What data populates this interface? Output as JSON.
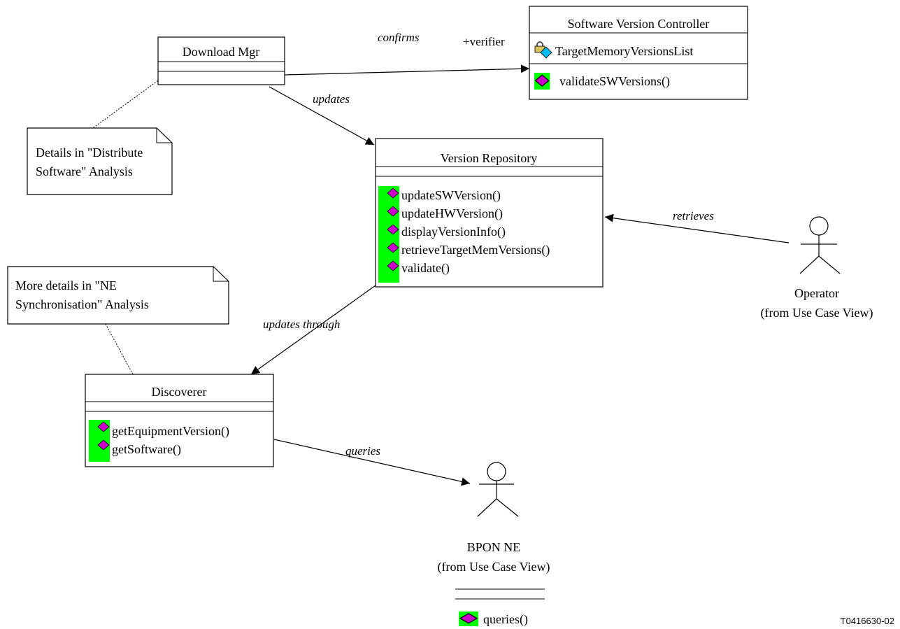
{
  "classes": {
    "download_mgr": {
      "name": "Download Mgr"
    },
    "sw_version_controller": {
      "name": "Software Version Controller",
      "attributes": [
        "TargetMemoryVersionsList"
      ],
      "operations": [
        "validateSWVersions()"
      ]
    },
    "version_repository": {
      "name": "Version Repository",
      "operations": [
        "updateSWVersion()",
        "updateHWVersion()",
        "displayVersionInfo()",
        "retrieveTargetMemVersions()",
        "validate()"
      ]
    },
    "discoverer": {
      "name": "Discoverer",
      "operations": [
        "getEquipmentVersion()",
        "getSoftware()"
      ]
    }
  },
  "actors": {
    "operator": {
      "name": "Operator",
      "origin": "(from Use Case View)"
    },
    "bpon_ne": {
      "name": "BPON NE",
      "origin": "(from Use Case View)",
      "operations": [
        "queries()"
      ]
    }
  },
  "notes": {
    "distribute": {
      "lines": [
        "Details in \"Distribute",
        "Software\" Analysis"
      ]
    },
    "ne_sync": {
      "lines": [
        "More details in \"NE",
        "Synchronisation\" Analysis"
      ]
    }
  },
  "associations": {
    "confirms": "confirms",
    "verifier_role": "+verifier",
    "updates": "updates",
    "retrieves": "retrieves",
    "updates_through": "updates through",
    "queries": "queries"
  },
  "figure_id": "T0416630-02",
  "colors": {
    "icon_bg": "#00ff00",
    "diamond": "#cc00cc",
    "line": "#000000"
  }
}
